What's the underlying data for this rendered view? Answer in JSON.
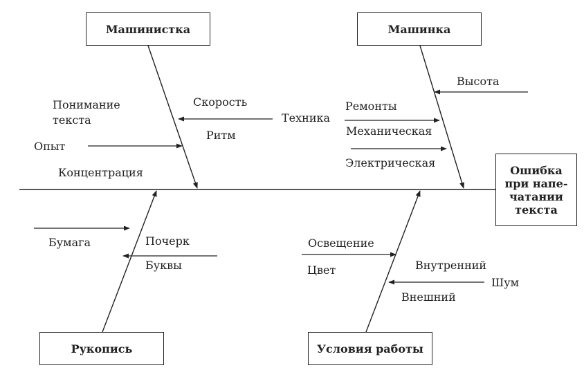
{
  "effect": {
    "line1": "Ошибка",
    "line2": "при напе-",
    "line3": "чатании",
    "line4": "текста"
  },
  "categories": {
    "typist": "Машинистка",
    "machine": "Машинка",
    "manuscript": "Рукопись",
    "conditions": "Условия работы"
  },
  "causes": {
    "understanding_1": "Понимание",
    "understanding_2": "текста",
    "speed": "Скорость",
    "technique": "Техника",
    "rhythm": "Ритм",
    "experience": "Опыт",
    "concentration": "Концентрация",
    "height": "Высота",
    "repairs": "Ремонты",
    "mechanical": "Механическая",
    "electrical": "Электрическая",
    "paper": "Бумага",
    "handwriting": "Почерк",
    "letters": "Буквы",
    "lighting": "Освещение",
    "color": "Цвет",
    "internal": "Внутренний",
    "noise": "Шум",
    "external": "Внешний"
  }
}
